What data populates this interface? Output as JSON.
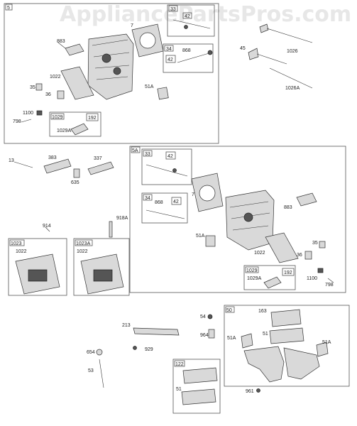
{
  "watermark": "AppliancePartsPros.com",
  "sections": {
    "s5": "5",
    "s5a": "5A",
    "s50": "50",
    "s122": "122",
    "s1023": "1023",
    "s1023a": "1023A"
  },
  "labels": {
    "l33a": "33",
    "l42a": "42",
    "l7a": "7",
    "l883a": "883",
    "l34a": "34",
    "l868a": "868",
    "l42b": "42",
    "l1022a": "1022",
    "l35a": "35",
    "l36a": "36",
    "l51Aa": "51A",
    "l1100a": "1100",
    "l798a": "798",
    "l1029a": "1029",
    "l192a": "192",
    "l1029Aa": "1029A",
    "l45": "45",
    "l1026": "1026",
    "l1026A": "1026A",
    "l13": "13",
    "l383": "383",
    "l337": "337",
    "l635": "635",
    "l918A": "918A",
    "l914": "914",
    "l1022b": "1022",
    "l1022c": "1022",
    "l33b": "33",
    "l42c": "42",
    "l7b": "7",
    "l34b": "34",
    "l868b": "868",
    "l42d": "42",
    "l883b": "883",
    "l51Ab": "51A",
    "l1022d": "1022",
    "l35b": "35",
    "l36b": "36",
    "l1029b": "1029",
    "l1029Ab": "1029A",
    "l192b": "192",
    "l1100b": "1100",
    "l798b": "798",
    "l213": "213",
    "l54": "54",
    "l964": "964",
    "l929": "929",
    "l654": "654",
    "l53": "53",
    "l163": "163",
    "l51a": "51",
    "l51Ac": "51A",
    "l51Ad": "51A",
    "l51b": "51",
    "l961": "961"
  }
}
